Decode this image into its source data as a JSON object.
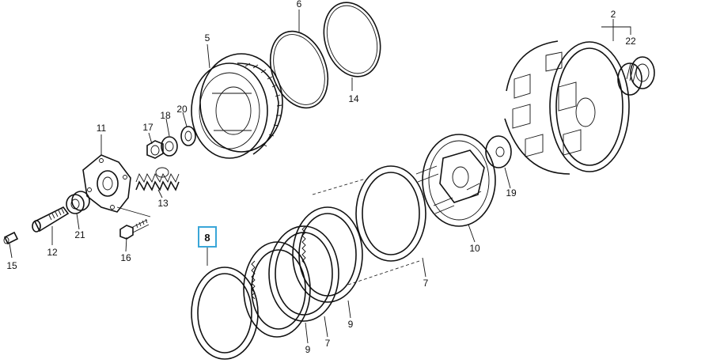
{
  "diagram": {
    "highlight_color": "#3aa6d8",
    "highlighted_part": "8",
    "labels": {
      "p2": "2",
      "p5": "5",
      "p6": "6",
      "p7a": "7",
      "p7b": "7",
      "p8": "8",
      "p9a": "9",
      "p9b": "9",
      "p10": "10",
      "p11": "11",
      "p12": "12",
      "p13": "13",
      "p14": "14",
      "p15": "15",
      "p16": "16",
      "p17": "17",
      "p18": "18",
      "p19": "19",
      "p20": "20",
      "p21": "21",
      "p22": "22"
    }
  }
}
